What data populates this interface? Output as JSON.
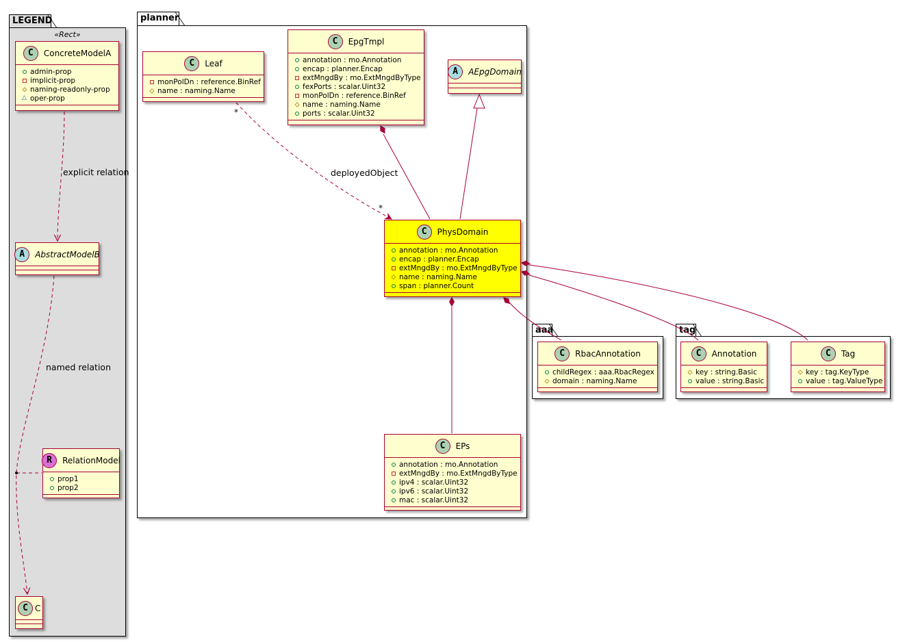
{
  "packages": {
    "legend": "LEGEND",
    "planner": "planner",
    "aaa": "aaa",
    "tag": "tag"
  },
  "legend": {
    "stereotype": "«Rect»",
    "concrete": {
      "badge": "C",
      "name": "ConcreteModelA",
      "attrs": [
        {
          "vis": "public",
          "text": "admin-prop"
        },
        {
          "vis": "private",
          "text": "implicit-prop"
        },
        {
          "vis": "protected",
          "text": "naming-readonly-prop"
        },
        {
          "vis": "package",
          "text": "oper-prop"
        }
      ]
    },
    "abstract": {
      "badge": "A",
      "name": "AbstractModelB"
    },
    "relation": {
      "badge": "R",
      "name": "RelationModel",
      "attrs": [
        {
          "vis": "public",
          "text": "prop1"
        },
        {
          "vis": "public",
          "text": "prop2"
        }
      ]
    },
    "c": {
      "badge": "C",
      "name": "C"
    },
    "explicit_label": "explicit relation",
    "named_label": "named relation"
  },
  "classes": {
    "leaf": {
      "badge": "C",
      "name": "Leaf",
      "attrs": [
        {
          "vis": "private",
          "text": "monPolDn : reference.BinRef"
        },
        {
          "vis": "protected",
          "text": "name : naming.Name"
        }
      ]
    },
    "epgtmpl": {
      "badge": "C",
      "name": "EpgTmpl",
      "attrs": [
        {
          "vis": "public",
          "text": "annotation : mo.Annotation"
        },
        {
          "vis": "public",
          "text": "encap : planner.Encap"
        },
        {
          "vis": "private",
          "text": "extMngdBy : mo.ExtMngdByType"
        },
        {
          "vis": "public",
          "text": "fexPorts : scalar.Uint32"
        },
        {
          "vis": "private",
          "text": "monPolDn : reference.BinRef"
        },
        {
          "vis": "protected",
          "text": "name : naming.Name"
        },
        {
          "vis": "public",
          "text": "ports : scalar.Uint32"
        }
      ]
    },
    "aepgdomain": {
      "badge": "A",
      "name": "AEpgDomain"
    },
    "physdomain": {
      "badge": "C",
      "name": "PhysDomain",
      "attrs": [
        {
          "vis": "public",
          "text": "annotation : mo.Annotation"
        },
        {
          "vis": "public",
          "text": "encap : planner.Encap"
        },
        {
          "vis": "private",
          "text": "extMngdBy : mo.ExtMngdByType"
        },
        {
          "vis": "protected",
          "text": "name : naming.Name"
        },
        {
          "vis": "public",
          "text": "span : planner.Count"
        }
      ]
    },
    "eps": {
      "badge": "C",
      "name": "EPs",
      "attrs": [
        {
          "vis": "public",
          "text": "annotation : mo.Annotation"
        },
        {
          "vis": "private",
          "text": "extMngdBy : mo.ExtMngdByType"
        },
        {
          "vis": "public",
          "text": "ipv4 : scalar.Uint32"
        },
        {
          "vis": "public",
          "text": "ipv6 : scalar.Uint32"
        },
        {
          "vis": "public",
          "text": "mac : scalar.Uint32"
        }
      ]
    },
    "rbac": {
      "badge": "C",
      "name": "RbacAnnotation",
      "attrs": [
        {
          "vis": "public",
          "text": "childRegex : aaa.RbacRegex"
        },
        {
          "vis": "protected",
          "text": "domain : naming.Name"
        }
      ]
    },
    "annotation": {
      "badge": "C",
      "name": "Annotation",
      "attrs": [
        {
          "vis": "protected",
          "text": "key : string.Basic"
        },
        {
          "vis": "public",
          "text": "value : string.Basic"
        }
      ]
    },
    "tag": {
      "badge": "C",
      "name": "Tag",
      "attrs": [
        {
          "vis": "protected",
          "text": "key : tag.KeyType"
        },
        {
          "vis": "public",
          "text": "value : tag.ValueType"
        }
      ]
    }
  },
  "relations": {
    "deployed_label": "deployedObject",
    "deployed_src_mult": "*",
    "deployed_dst_mult": "*"
  },
  "colors": {
    "border": "#a80036",
    "class_fill": "#fefece",
    "highlight_fill": "#ffff00",
    "legend_fill": "#dddddd",
    "badge_class": "#add1b2",
    "badge_abstract": "#a9dcdf",
    "badge_relation": "#da70d6"
  }
}
